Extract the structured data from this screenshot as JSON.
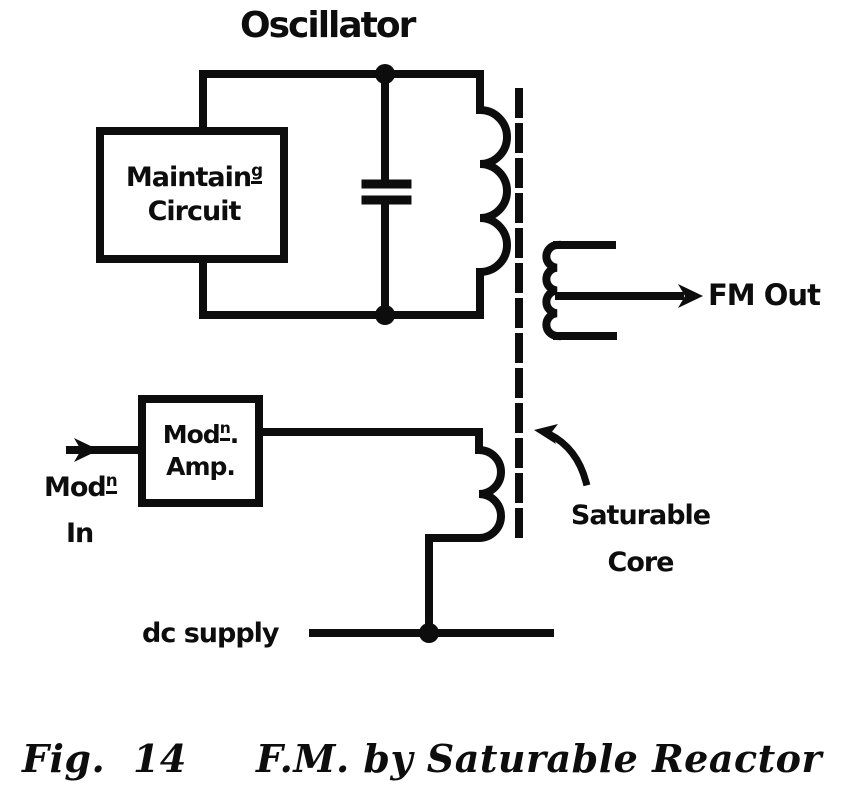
{
  "colors": {
    "ink": "#0d0d0d",
    "paper": "#ffffff"
  },
  "labels": {
    "oscillator": "Oscillator",
    "fm_out": "FM Out",
    "saturable_line1": "Saturable",
    "saturable_line2": "Core",
    "dc_supply": "dc supply"
  },
  "maintaining_box": {
    "line1_base": "Maintain",
    "line1_sup": "g",
    "line2": "Circuit"
  },
  "mod_amp_box": {
    "line1_base": "Mod",
    "line1_sup": "n",
    "line1_after": ".",
    "line2": "Amp."
  },
  "mod_in": {
    "base": "Mod",
    "sup": "n",
    "line2": "In"
  },
  "caption": {
    "fig": "Fig. 14",
    "title": "F.M. by Saturable Reactor"
  }
}
